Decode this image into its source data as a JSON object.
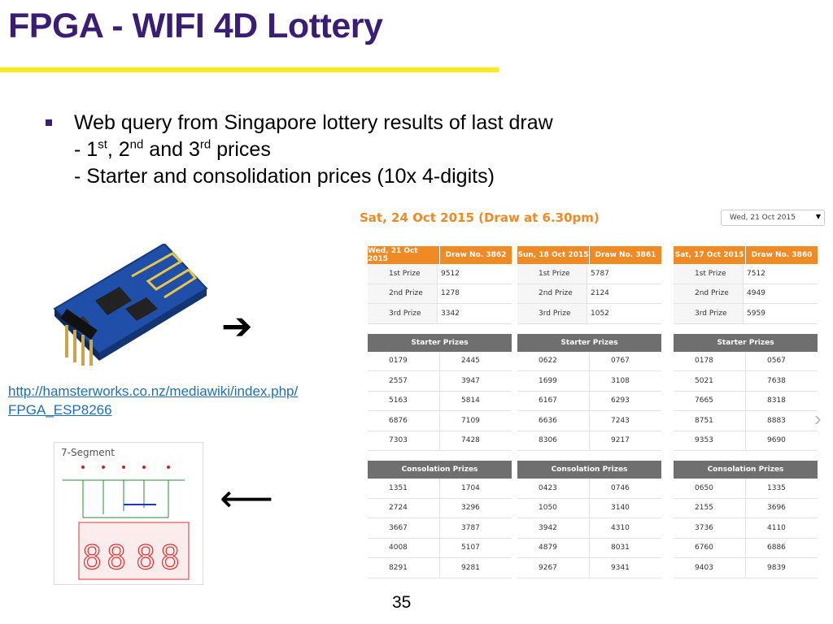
{
  "slide": {
    "title": "FPGA - WIFI 4D Lottery",
    "bullet_line1": "Web query from Singapore lottery results of last draw",
    "bullet_line2_prefix": "- 1",
    "bullet_line2_sup1": "st",
    "bullet_line2_mid1": ", 2",
    "bullet_line2_sup2": "nd",
    "bullet_line2_mid2": " and 3",
    "bullet_line2_sup3": "rd",
    "bullet_line2_suffix": " prices",
    "bullet_line3": "- Starter and consolidation prices (10x 4-digits)",
    "link_line1": "http://hamsterworks.co.nz/mediawiki/index.php/",
    "link_line2": "FPGA_ESP8266",
    "page_number": "35",
    "arrow_right": "➔",
    "arrow_left": "⟵",
    "seg_title": "7-Segment",
    "accent_color": "#3a1e73",
    "rule_color": "#ffeb1a",
    "orange": "#f08a24"
  },
  "lottery": {
    "heading": "Sat, 24 Oct 2015 (Draw at 6.30pm)",
    "select_value": "Wed, 21 Oct 2015",
    "labels": {
      "first": "1st Prize",
      "second": "2nd Prize",
      "third": "3rd Prize",
      "starter": "Starter Prizes",
      "consolation": "Consolation Prizes"
    },
    "draws": [
      {
        "date": "Wed, 21 Oct 2015",
        "draw_no": "Draw No. 3862",
        "first": "9512",
        "second": "1278",
        "third": "3342",
        "starter": [
          [
            "0179",
            "2445"
          ],
          [
            "2557",
            "3947"
          ],
          [
            "5163",
            "5814"
          ],
          [
            "6876",
            "7109"
          ],
          [
            "7303",
            "7428"
          ]
        ],
        "consolation": [
          [
            "1351",
            "1704"
          ],
          [
            "2724",
            "3296"
          ],
          [
            "3667",
            "3787"
          ],
          [
            "4008",
            "5107"
          ],
          [
            "8291",
            "9281"
          ]
        ]
      },
      {
        "date": "Sun, 18 Oct 2015",
        "draw_no": "Draw No. 3861",
        "first": "5787",
        "second": "2124",
        "third": "1052",
        "starter": [
          [
            "0622",
            "0767"
          ],
          [
            "1699",
            "3108"
          ],
          [
            "6167",
            "6293"
          ],
          [
            "6636",
            "7243"
          ],
          [
            "8306",
            "9217"
          ]
        ],
        "consolation": [
          [
            "0423",
            "0746"
          ],
          [
            "1050",
            "3140"
          ],
          [
            "3942",
            "4310"
          ],
          [
            "4879",
            "8031"
          ],
          [
            "9267",
            "9341"
          ]
        ]
      },
      {
        "date": "Sat, 17 Oct 2015",
        "draw_no": "Draw No. 3860",
        "first": "7512",
        "second": "4949",
        "third": "5959",
        "starter": [
          [
            "0178",
            "0567"
          ],
          [
            "5021",
            "7638"
          ],
          [
            "7665",
            "8318"
          ],
          [
            "8751",
            "8883"
          ],
          [
            "9353",
            "9690"
          ]
        ],
        "consolation": [
          [
            "0650",
            "1335"
          ],
          [
            "2155",
            "3696"
          ],
          [
            "3736",
            "4110"
          ],
          [
            "6760",
            "6886"
          ],
          [
            "9403",
            "9839"
          ]
        ]
      }
    ]
  }
}
